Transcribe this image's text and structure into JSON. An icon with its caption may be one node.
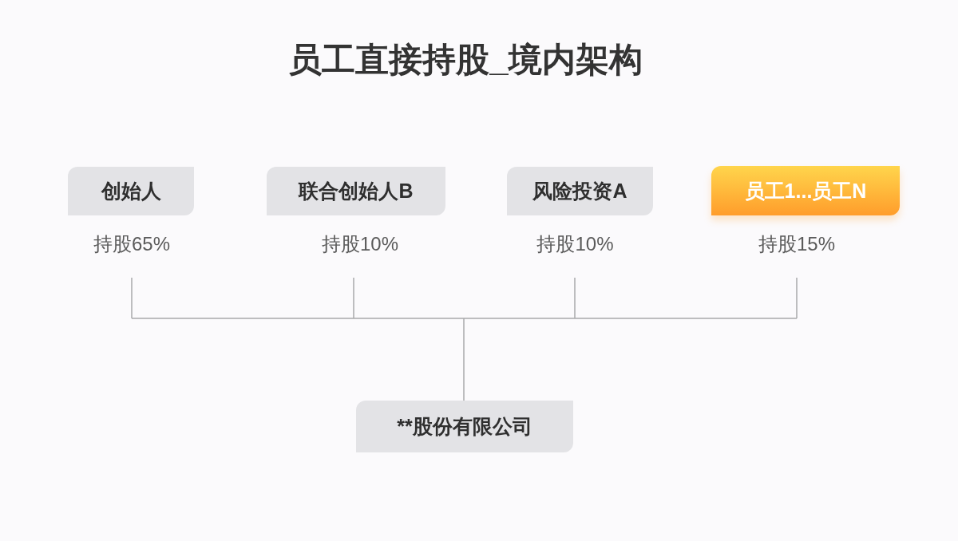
{
  "diagram": {
    "title": "员工直接持股_境内架构",
    "nodes": [
      {
        "text": [
          "创始人"
        ],
        "beside": [
          "持股65%"
        ]
      },
      {
        "text": [
          "联合创始人B"
        ],
        "beside": [
          "持股10%"
        ]
      },
      {
        "text": [
          "风险投资A"
        ],
        "beside": [
          "持股10%"
        ]
      },
      {
        "text": [
          "员工1...员工N"
        ],
        "beside": [
          "持股15%"
        ]
      },
      {
        "text": [
          "**股份有限公司"
        ]
      }
    ],
    "edges": [
      {
        "from": 0,
        "to": 4,
        "arrow": "none"
      },
      {
        "from": 1,
        "to": 4,
        "arrow": "none"
      },
      {
        "from": 2,
        "to": 4,
        "arrow": "none"
      },
      {
        "from": 3,
        "to": 4,
        "arrow": "none"
      }
    ]
  }
}
